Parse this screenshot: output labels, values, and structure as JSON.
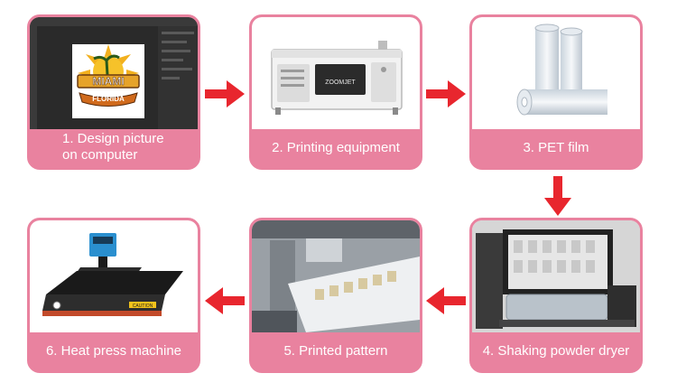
{
  "steps": [
    {
      "label": "1. Design picture\non computer",
      "icon": "computer-design-icon"
    },
    {
      "label": "2. Printing equipment",
      "icon": "printer-icon"
    },
    {
      "label": "3. PET film",
      "icon": "film-roll-icon"
    },
    {
      "label": "4. Shaking powder dryer",
      "icon": "powder-dryer-icon"
    },
    {
      "label": "5. Printed pattern",
      "icon": "printed-pattern-icon"
    },
    {
      "label": "6. Heat press machine",
      "icon": "heat-press-icon"
    }
  ],
  "artwork": {
    "line1": "MIAMI",
    "line2": "FLORIDA"
  },
  "printer_brand": "ZOOMJET",
  "press_label": "CAUTION",
  "colors": {
    "card": "#e9829f",
    "arrow": "#e8262e"
  }
}
